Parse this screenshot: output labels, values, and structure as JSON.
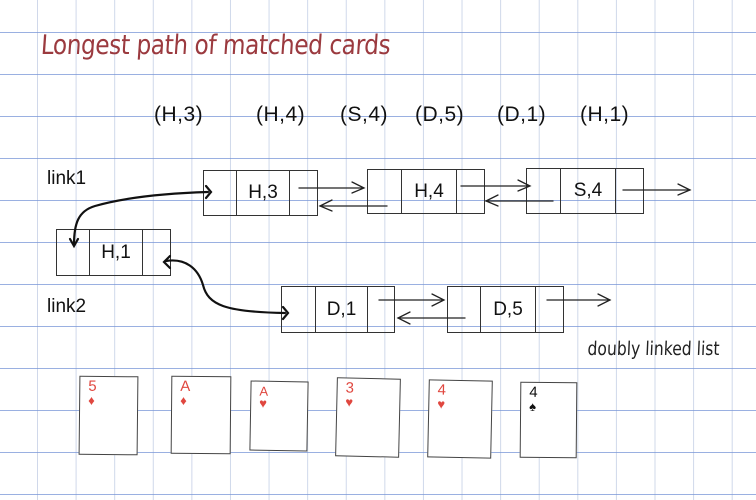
{
  "title": "Longest path of matched cards",
  "sequence": [
    "(H,3)",
    "(H,4)",
    "(S,4)",
    "(D,5)",
    "(D,1)",
    "(H,1)"
  ],
  "links": {
    "link1": {
      "label": "link1",
      "nodes": [
        {
          "value": "H,3"
        },
        {
          "value": "H,4"
        },
        {
          "value": "S,4"
        }
      ]
    },
    "link2": {
      "label": "link2",
      "nodes": [
        {
          "value": "D,1"
        },
        {
          "value": "D,5"
        }
      ]
    },
    "shared_node": {
      "value": "H,1"
    }
  },
  "caption": "doubly linked list",
  "cards": [
    {
      "rank": "5",
      "suit": "♦",
      "color": "#e0473f"
    },
    {
      "rank": "A",
      "suit": "♦",
      "color": "#e0473f"
    },
    {
      "rank": "A",
      "suit": "♥",
      "color": "#e0473f"
    },
    {
      "rank": "3",
      "suit": "♥",
      "color": "#e0473f"
    },
    {
      "rank": "4",
      "suit": "♥",
      "color": "#e0473f"
    },
    {
      "rank": "4",
      "suit": "♠",
      "color": "#111111"
    }
  ],
  "colors": {
    "title": "#9b3a3f",
    "grid_horizontal": "#7896d7",
    "grid_vertical": "#afbedc",
    "ink": "#111111",
    "card_red": "#e0473f"
  }
}
